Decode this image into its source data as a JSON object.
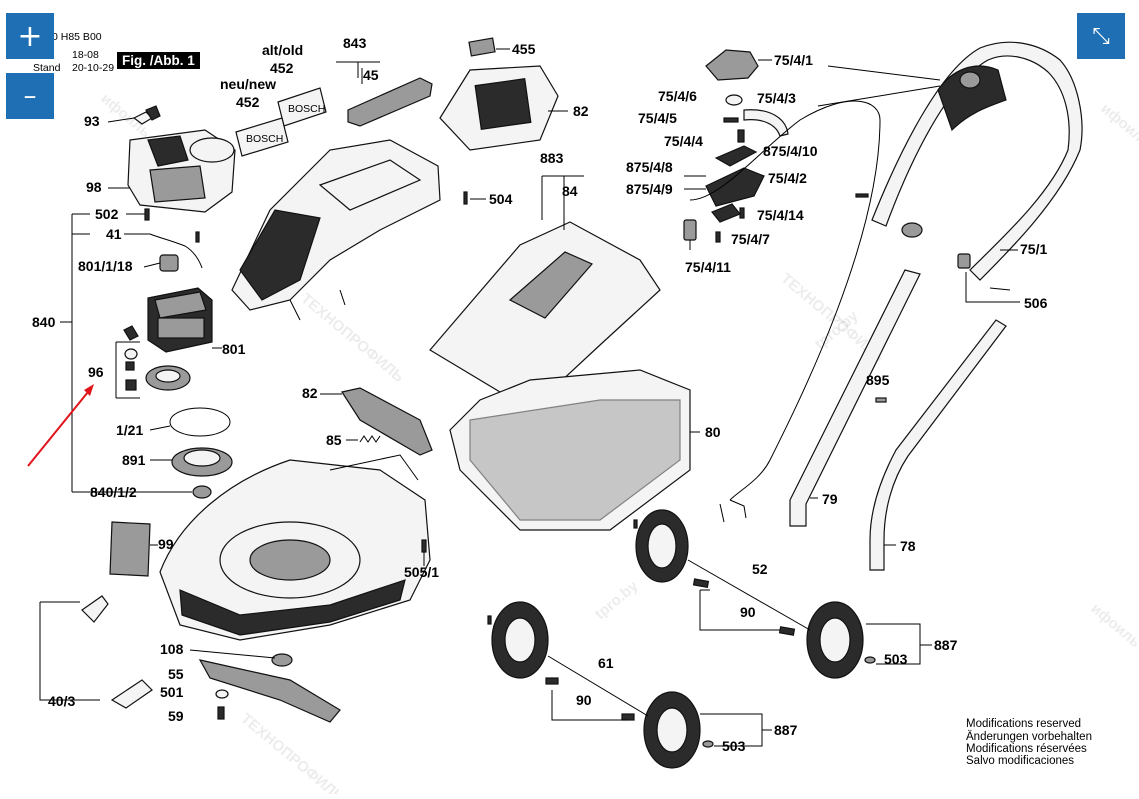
{
  "controls": {
    "zoom_in": "+",
    "zoom_out": "–",
    "fullscreen": "⤡"
  },
  "header": {
    "code": "0 H85 B00",
    "edition_a": "18-08",
    "stand_label": "Stand",
    "stand_date": "20-10-29",
    "figure": "Fig. /Abb. 1"
  },
  "notes": {
    "en": "Modifications reserved",
    "de": "Änderungen vorbehalten",
    "fr": "Modifications réservées",
    "es": "Salvo modificaciones"
  },
  "labels": {
    "p93": "93",
    "p98": "98",
    "p502": "502",
    "p41": "41",
    "p801_1_18": "801/1/18",
    "p840": "840",
    "p801": "801",
    "p96": "96",
    "p1_21": "1/21",
    "p891": "891",
    "p840_1_2": "840/1/2",
    "p99": "99",
    "p40_3": "40/3",
    "p108": "108",
    "p55": "55",
    "p501": "501",
    "p59": "59",
    "alt_old": "alt/old",
    "p452_old": "452",
    "neu_new": "neu/new",
    "p452_new": "452",
    "p843": "843",
    "p45": "45",
    "p455": "455",
    "p82_top": "82",
    "p504": "504",
    "p883": "883",
    "p84": "84",
    "p82_mid": "82",
    "p85": "85",
    "p505_1": "505/1",
    "p80": "80",
    "p75_4_1": "75/4/1",
    "p75_4_6": "75/4/6",
    "p75_4_3": "75/4/3",
    "p75_4_5": "75/4/5",
    "p75_4_4": "75/4/4",
    "p875_4_8": "875/4/8",
    "p875_4_10": "875/4/10",
    "p875_4_9": "875/4/9",
    "p75_4_2": "75/4/2",
    "p75_4_14": "75/4/14",
    "p75_4_7": "75/4/7",
    "p75_4_11": "75/4/11",
    "p75_1": "75/1",
    "p506": "506",
    "p895": "895",
    "p79": "79",
    "p78": "78",
    "p52": "52",
    "p90_a": "90",
    "p887_a": "887",
    "p503_a": "503",
    "p61": "61",
    "p90_b": "90",
    "p887_b": "887",
    "p503_b": "503"
  },
  "watermarks": [
    "ТЕХНОПРОФИЛЬ",
    "tpro.by",
    "ифоиль"
  ],
  "colors": {
    "control_bg": "#1f6fb5",
    "arrow": "#e0141a",
    "label_bg": "#000000"
  }
}
